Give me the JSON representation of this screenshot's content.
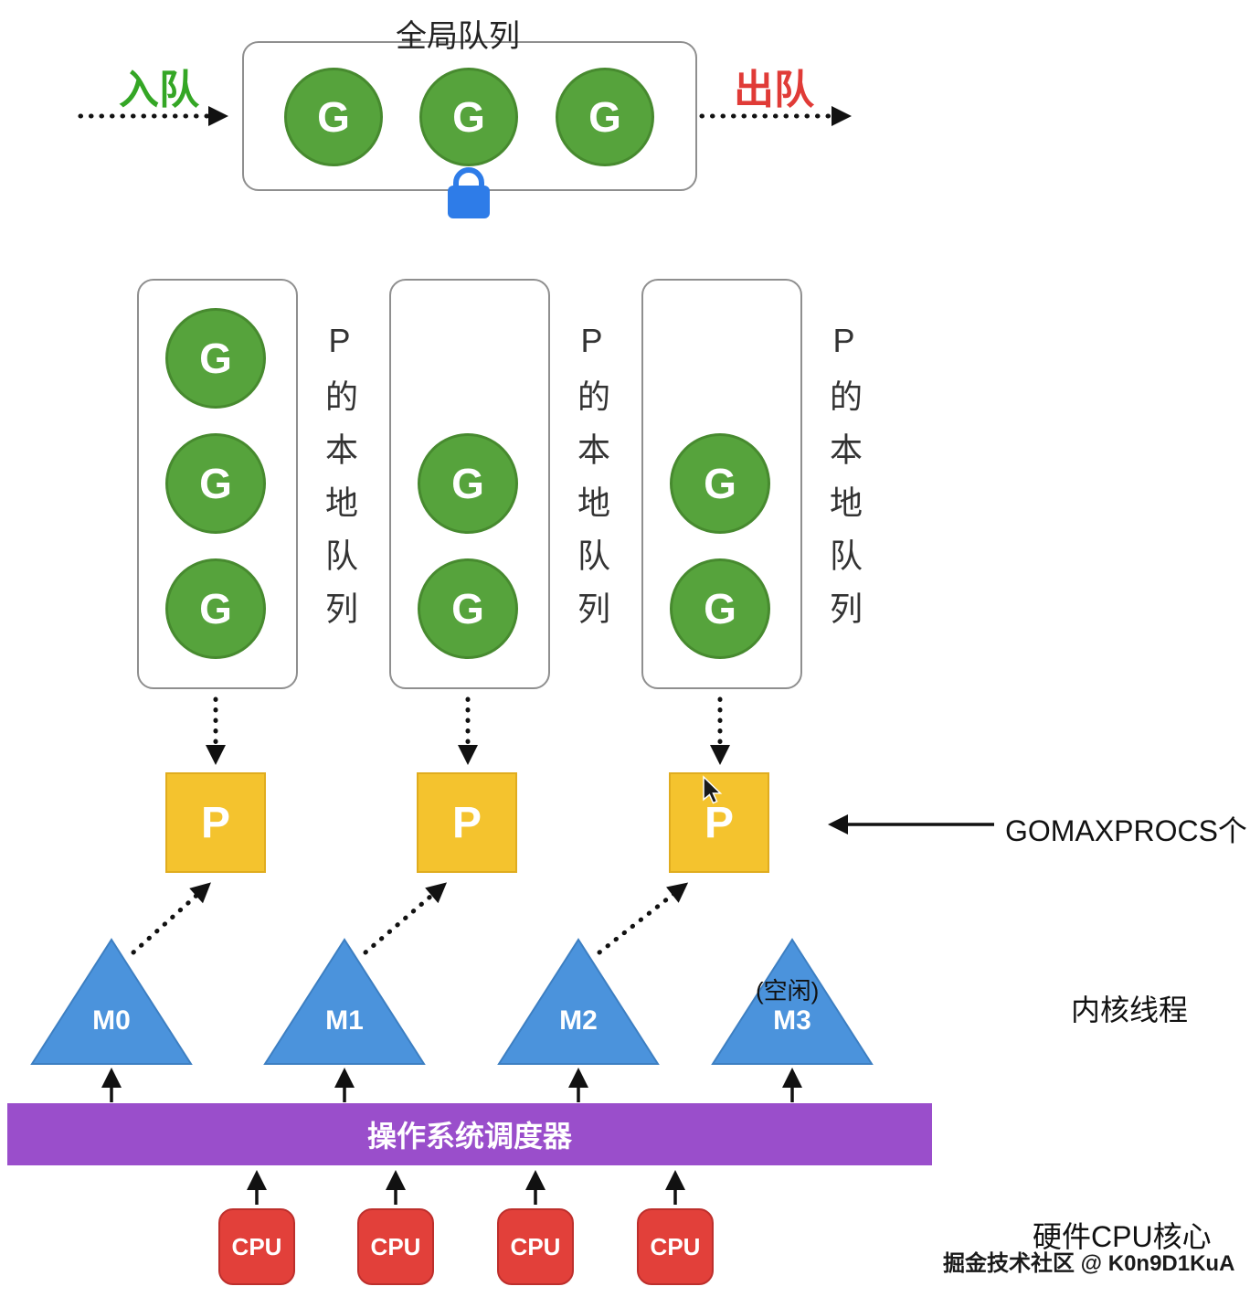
{
  "global_queue": {
    "title": "全局队列",
    "goroutines": [
      "G",
      "G",
      "G"
    ]
  },
  "enqueue_label": "入队",
  "dequeue_label": "出队",
  "local_queues": [
    {
      "label": "P的本地队列",
      "goroutines": [
        "G",
        "G",
        "G"
      ]
    },
    {
      "label": "P的本地队列",
      "goroutines": [
        "G",
        "G"
      ]
    },
    {
      "label": "P的本地队列",
      "goroutines": [
        "G",
        "G"
      ]
    }
  ],
  "processors": {
    "labels": [
      "P",
      "P",
      "P"
    ],
    "count_label": "GOMAXPROCS个"
  },
  "threads": {
    "items": [
      {
        "label": "M0"
      },
      {
        "label": "M1"
      },
      {
        "label": "M2"
      },
      {
        "label": "M3",
        "note": "(空闲)"
      }
    ],
    "caption": "内核线程"
  },
  "os_scheduler": {
    "label": "操作系统调度器"
  },
  "cpus": {
    "labels": [
      "CPU",
      "CPU",
      "CPU",
      "CPU"
    ],
    "caption": "硬件CPU核心"
  },
  "watermark": "掘金技术社区 @ K0n9D1KuA",
  "colors": {
    "goroutine_green": "#56a33c",
    "enqueue_green": "#34a625",
    "dequeue_red": "#e03b37",
    "processor_yellow": "#f4c32e",
    "thread_blue": "#4b93dc",
    "scheduler_purple": "#9a4ecb",
    "cpu_red": "#e2403a",
    "lock_blue": "#2e7ce8"
  }
}
